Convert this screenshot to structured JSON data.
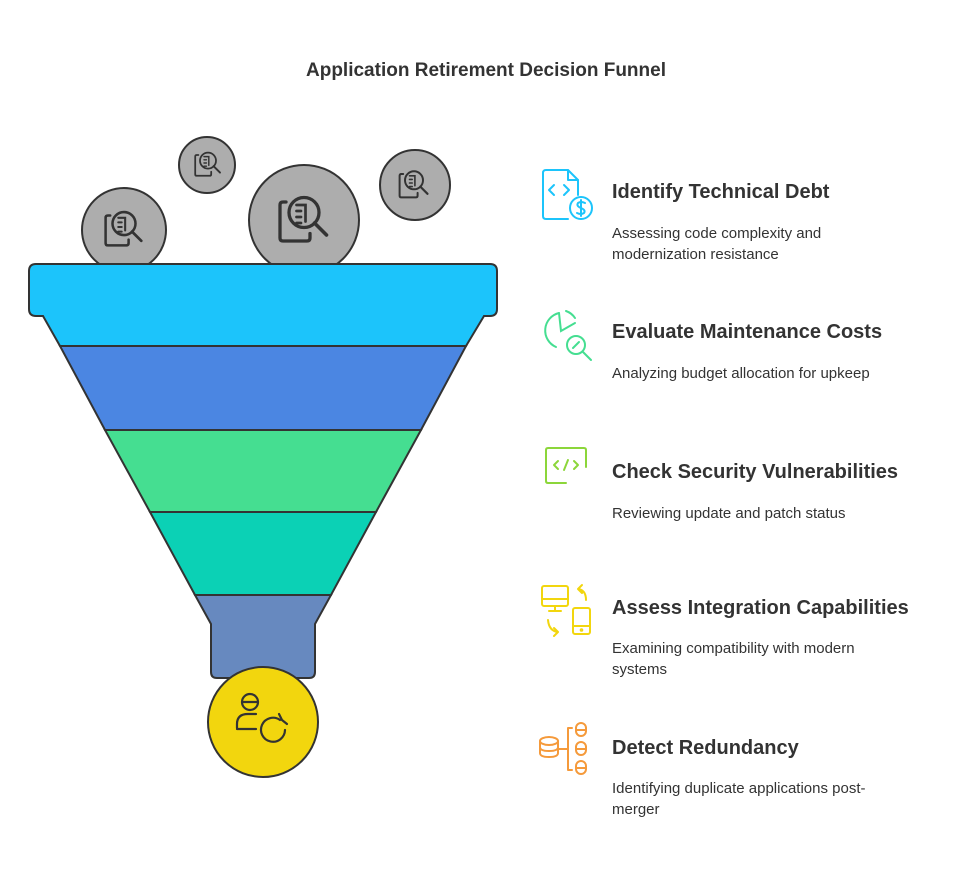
{
  "title": "Application Retirement Decision Funnel",
  "funnel": {
    "layer_colors": [
      "#1CC4FB",
      "#4B86E2",
      "#45DE91",
      "#0BD1B5",
      "#6789BF"
    ],
    "outcome_color": "#F2D60E",
    "input_color": "#ADADAD",
    "input_icon": "document-search-icon",
    "output_icon": "user-refresh-icon"
  },
  "steps": [
    {
      "heading": "Identify Technical Debt",
      "desc_lines": [
        "Assessing code complexity and",
        "modernization resistance"
      ],
      "icon": "code-file-dollar-icon",
      "color": "#1CC4FB"
    },
    {
      "heading": "Evaluate Maintenance Costs",
      "desc_lines": [
        "Analyzing budget allocation for upkeep"
      ],
      "icon": "pie-chart-search-icon",
      "color": "#45DE91"
    },
    {
      "heading": "Check Security Vulnerabilities",
      "desc_lines": [
        "Reviewing update and patch status"
      ],
      "icon": "code-window-icon",
      "color": "#8CD63A"
    },
    {
      "heading": "Assess Integration Capabilities",
      "desc_lines": [
        "Examining compatibility with modern",
        "systems"
      ],
      "icon": "desktop-mobile-sync-icon",
      "color": "#F2D60E"
    },
    {
      "heading": "Detect Redundancy",
      "desc_lines": [
        "Identifying duplicate applications post-",
        "merger"
      ],
      "icon": "database-hierarchy-icon",
      "color": "#F59A3B"
    }
  ]
}
